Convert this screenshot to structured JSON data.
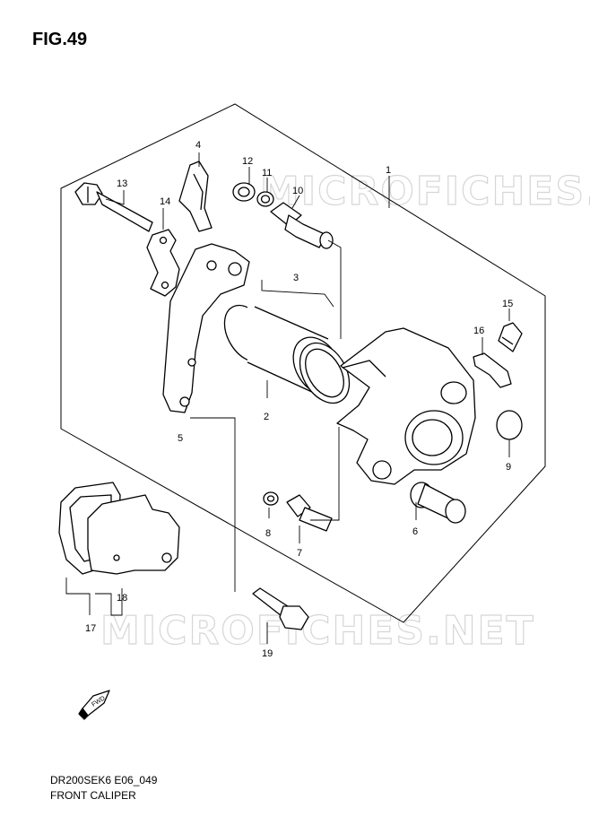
{
  "figure": {
    "title": "FIG.49",
    "code": "DR200SEK6 E06_049",
    "caption": "FRONT CALIPER"
  },
  "watermarks": [
    "MICROFICHES.NET",
    "MICROFICHES.NET"
  ],
  "fwd_arrow": {
    "label": "FWD",
    "icon": "fwd-arrow-icon"
  },
  "callouts": [
    {
      "id": "1",
      "part": "caliper-assembly"
    },
    {
      "id": "2",
      "part": "piston"
    },
    {
      "id": "3",
      "part": "piston-seal-set"
    },
    {
      "id": "4",
      "part": "pad-spring"
    },
    {
      "id": "5",
      "part": "caliper-bracket"
    },
    {
      "id": "6",
      "part": "slide-pin"
    },
    {
      "id": "7",
      "part": "slide-pin-bolt"
    },
    {
      "id": "8",
      "part": "washer"
    },
    {
      "id": "9",
      "part": "cap"
    },
    {
      "id": "10",
      "part": "slide-pin-upper"
    },
    {
      "id": "11",
      "part": "o-ring"
    },
    {
      "id": "12",
      "part": "boot"
    },
    {
      "id": "13",
      "part": "bolt"
    },
    {
      "id": "14",
      "part": "pad-retainer"
    },
    {
      "id": "15",
      "part": "bleeder-valve"
    },
    {
      "id": "16",
      "part": "bleeder-cap"
    },
    {
      "id": "17",
      "part": "pad-set"
    },
    {
      "id": "18",
      "part": "shim"
    },
    {
      "id": "19",
      "part": "mounting-bolt"
    }
  ]
}
